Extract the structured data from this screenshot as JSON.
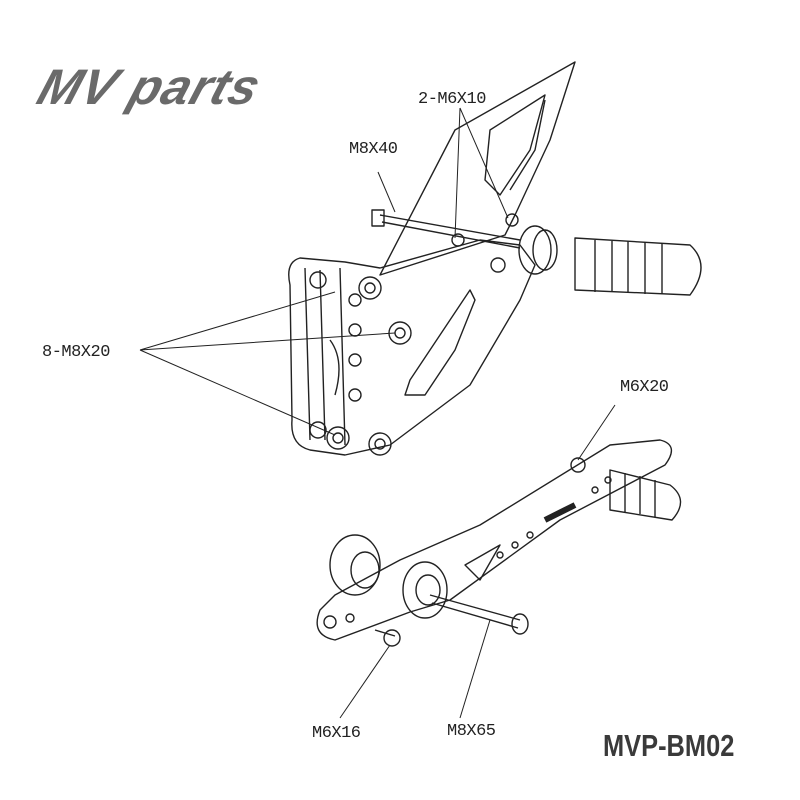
{
  "logo": {
    "text": "MV parts"
  },
  "labels": {
    "m6x10": "2-M6X10",
    "m8x40": "M8X40",
    "m8x20": "8-M8X20",
    "m6x20": "M6X20",
    "m6x16": "M6X16",
    "m8x65": "M8X65"
  },
  "product_code": "MVP-BM02",
  "colors": {
    "line": "#222222",
    "logo": "#6a6a6a",
    "text": "#3a3a3a"
  }
}
